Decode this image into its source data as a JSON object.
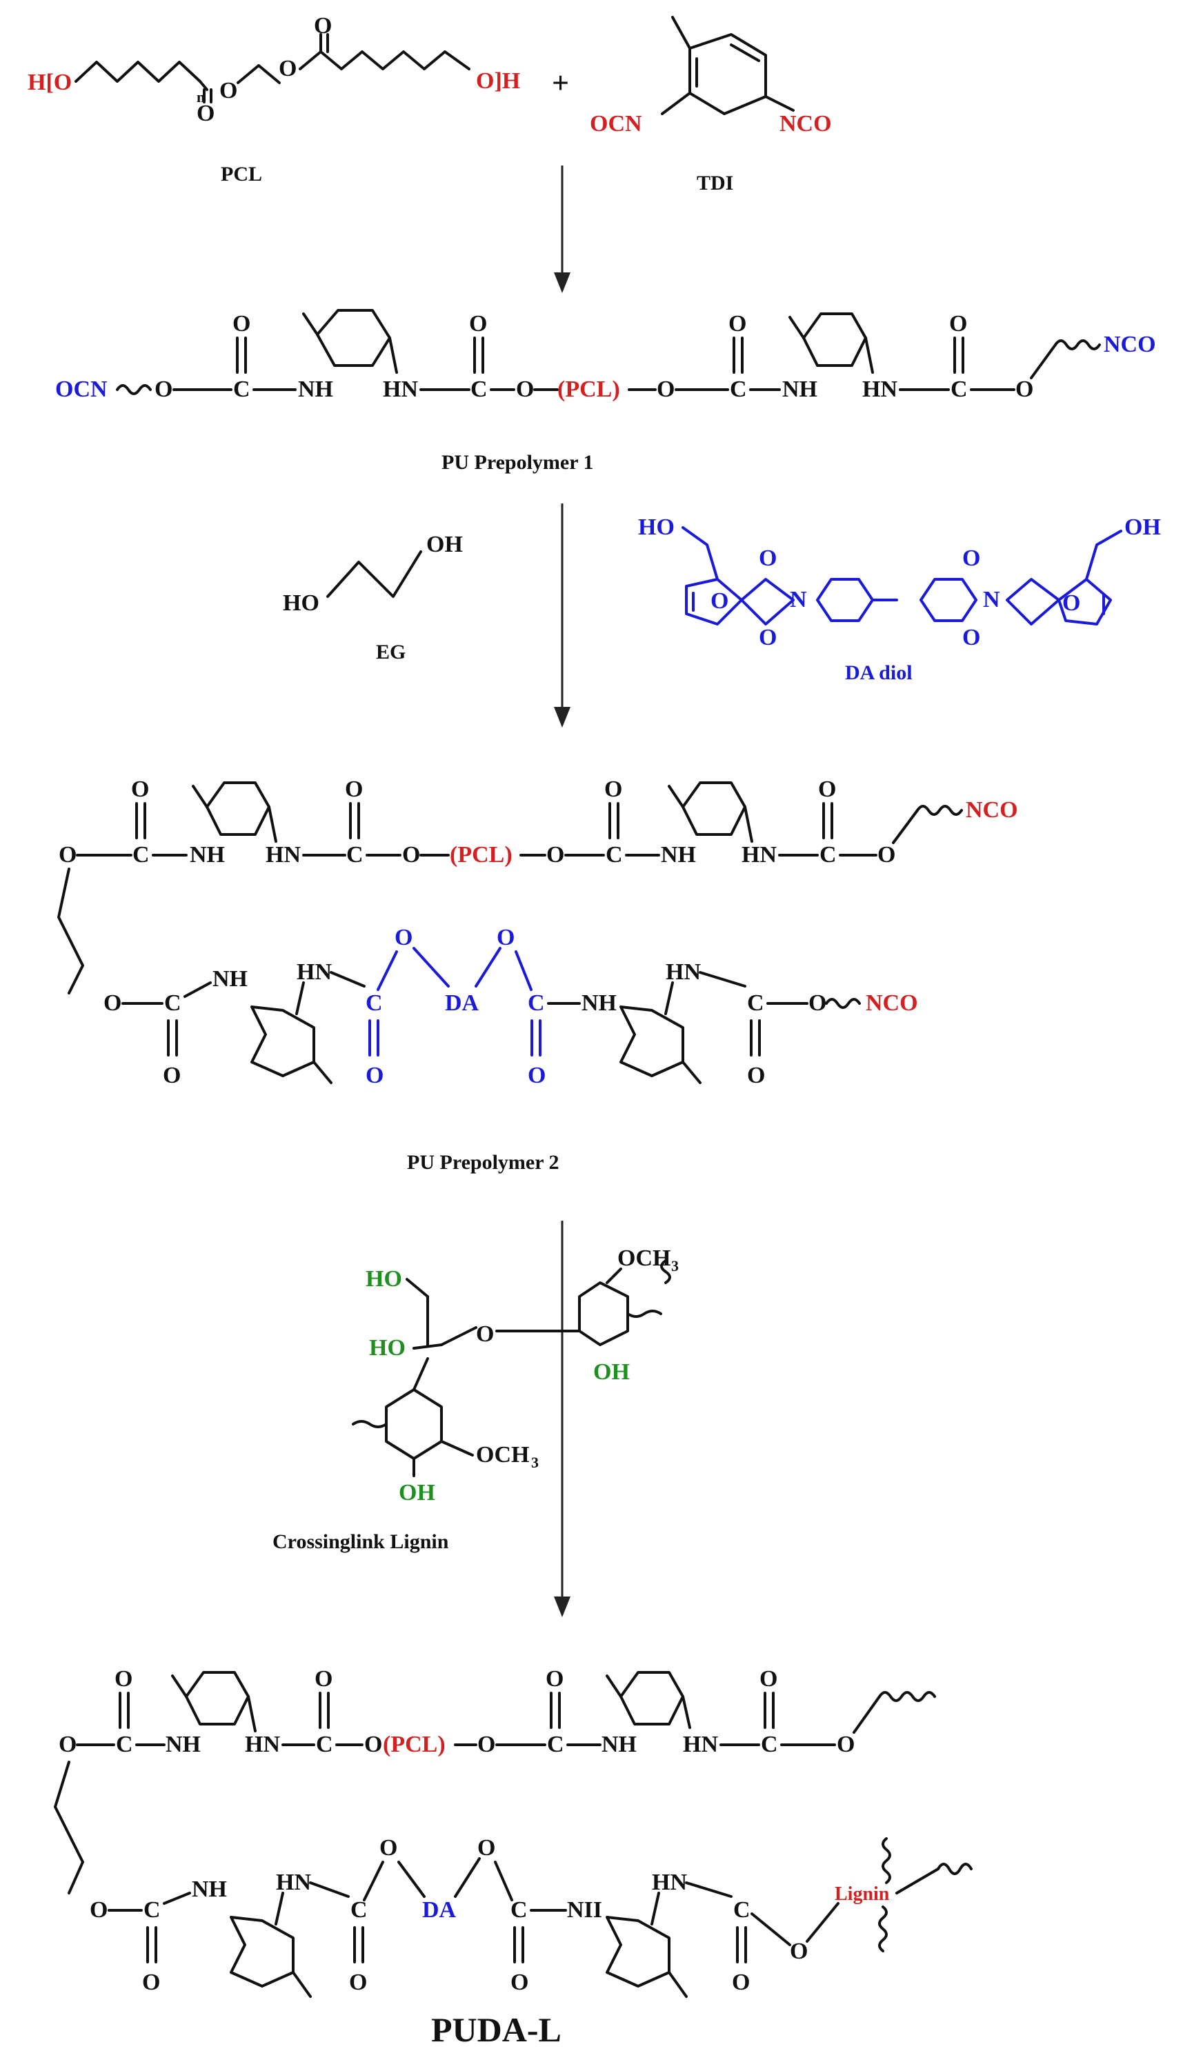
{
  "colors": {
    "red": "#d42020",
    "blue": "#1a1adb",
    "green": "#1f8f1f",
    "black": "#111111"
  },
  "labels": {
    "pcl": "PCL",
    "tdi": "TDI",
    "plus": "+",
    "prepolymer1": "PU Prepolymer 1",
    "eg": "EG",
    "da_diol": "DA diol",
    "prepolymer2": "PU Prepolymer 2",
    "lignin_name": "Crossinglink Lignin",
    "product": "PUDA-L"
  },
  "atoms": {
    "h_start": "H[O",
    "h_end": "O]H",
    "n": "n",
    "ocn": "OCN",
    "nco": "NCO",
    "o": "O",
    "c": "C",
    "nh": "NH",
    "hn": "HN",
    "pcl_group": "(PCL)",
    "da": "DA",
    "ho": "HO",
    "oh": "OH",
    "n_atom": "N",
    "och3": "OCH",
    "three": "3",
    "lignin": "Lignin",
    "nii": "NII"
  }
}
